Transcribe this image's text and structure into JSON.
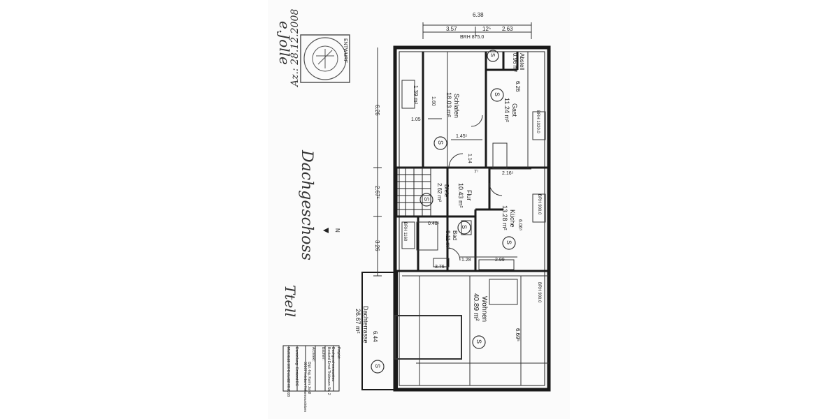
{
  "plan": {
    "floor_name": "Dachgeschoss",
    "north": "N",
    "brh_top": "BRH 875.0",
    "dim_top_total": "6.38",
    "dim_top_left": "3.57",
    "dim_top_mid": "12⁵",
    "dim_top_right": "2.63",
    "dim_left_1": "6.26",
    "dim_left_2": "2.67⁵",
    "dim_left_3": "3.26",
    "dim_right_1": "6.26",
    "dim_terrace": "6.44",
    "dim_wohnen_right": "6.69⁵",
    "dim_flur_w": "1.45⁵",
    "dim_flur_h": "1.14",
    "dim_flur_x": "7⁷",
    "dim_kuche_w": "2.16⁵",
    "dim_kuche_d": "6.06⁵",
    "dim_1_60": "1.60",
    "dim_1_05": "1.05",
    "dim_0_48": "0.48⁵",
    "dim_1_28": "1.28",
    "dim_2_99": "2.99",
    "dim_3_76": "3.76",
    "brh_gast": "BRH 1020.0",
    "brh_kuche": "BRH 900.0",
    "brh_bad": "BRH 1160",
    "brh_wohnen": "BRH 900.0",
    "rooms": [
      {
        "name": "Abstell",
        "area": "0.96 m²"
      },
      {
        "name": "Schlafen",
        "area": "18.03 m²"
      },
      {
        "name": "Gast",
        "area": "11.24 m²"
      },
      {
        "name": "",
        "area": "1.39 m²"
      },
      {
        "name": "Diele",
        "area": "2.62 m²"
      },
      {
        "name": "Flur",
        "area": "10.43 m²"
      },
      {
        "name": "Küche",
        "area": "13.28 m²"
      },
      {
        "name": "Bad",
        "area": "8.11 m²"
      },
      {
        "name": "Wohnen",
        "area": "40.89 m²"
      },
      {
        "name": "Dachterrasse",
        "area": "26.67 m²"
      }
    ],
    "s_mark": "S",
    "stamp_text": "ENTWURF",
    "signature_1": "e.Jolle",
    "signature_2": "Ttell",
    "date_note": "Az.: 28.12.2008",
    "title_block": {
      "projekt_label": "Projekt:",
      "projekt_value": "Dachgeschossausbau",
      "projekt_line2": "Bestand Ernst-Thälmann-Str. 2",
      "bauherr_label": "Bauherr:",
      "architekt_label": "Architekt:",
      "architekt_value": "Dipl.-Ing. Karin Jandl",
      "architekt_addr": "39167 Irxleben Hohenwarsleben",
      "darstellung_label": "Darstellung:",
      "darstellung_value": "Bestand DG",
      "massstab_label": "Maßstab:",
      "massstab_value": "1:100",
      "datum_label": "Datum:",
      "datum_value": "22.08.2008"
    }
  }
}
